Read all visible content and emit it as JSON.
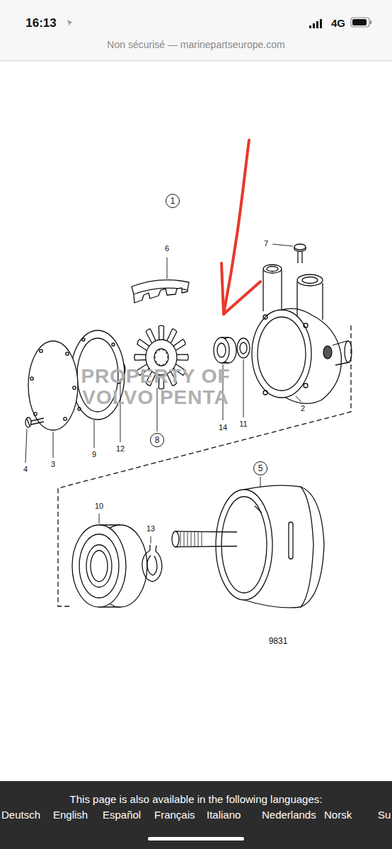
{
  "diagram": {
    "nodes": [
      {
        "text": [
          "1"
        ]
      },
      {
        "text": [
          "8"
        ]
      },
      {
        "text": [
          "5"
        ]
      }
    ],
    "labels": [
      "16:13",
      "4G",
      "Non sécurisé — marinepartseurope.com",
      "6",
      "7",
      "14",
      "11",
      "2",
      "4",
      "3",
      "9",
      "12",
      "10",
      "13",
      "9831",
      "PROPERTY OF VOLVO PENTA",
      "This page is also available in the following languages:",
      "Deutsch",
      "English",
      "Español",
      "Français",
      "Italiano",
      "Nederlands",
      "Norsk",
      "Su"
    ]
  }
}
